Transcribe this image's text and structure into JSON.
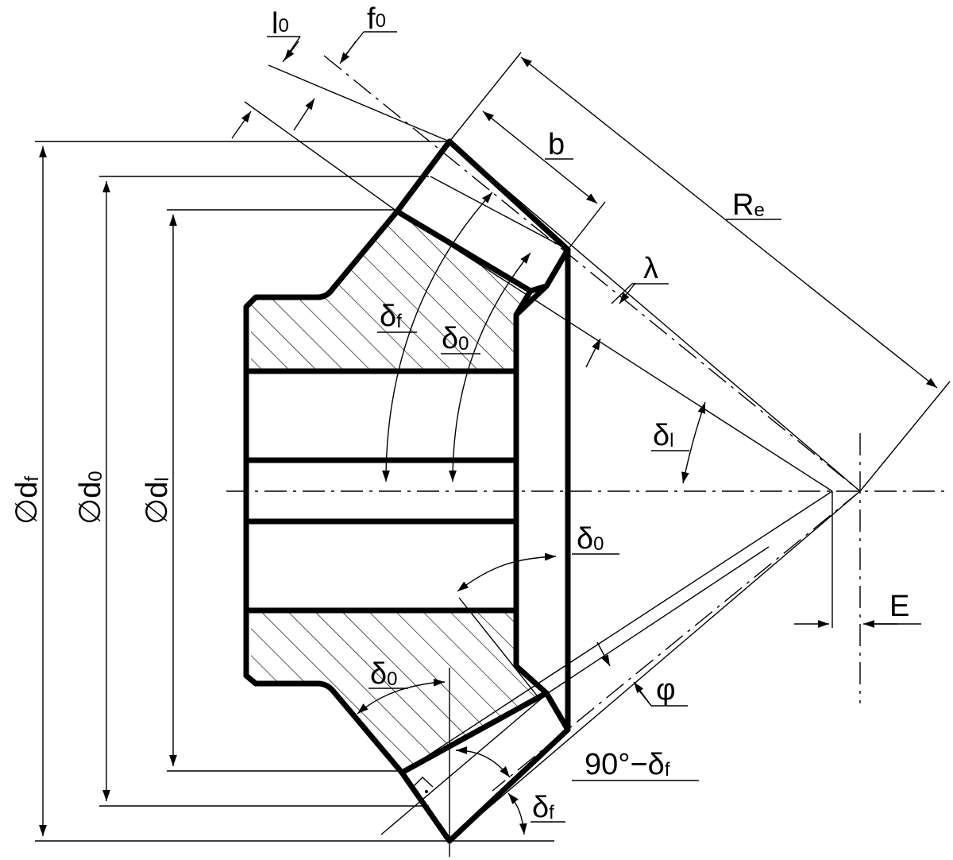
{
  "labels": {
    "l0": {
      "main": "l",
      "sub": "0"
    },
    "f0": {
      "main": "f",
      "sub": "0"
    },
    "b": {
      "main": "b"
    },
    "Re": {
      "main": "R",
      "sub": "e"
    },
    "lambda": {
      "main": "λ"
    },
    "delta_f_upper": {
      "main": "δ",
      "sub": "f"
    },
    "delta_0_upper": {
      "main": "δ",
      "sub": "0"
    },
    "delta_l": {
      "main": "δ",
      "sub": "l"
    },
    "delta_0_right": {
      "main": "δ",
      "sub": "0"
    },
    "E": {
      "main": "E"
    },
    "phi": {
      "main": "φ"
    },
    "delta_0_lower": {
      "main": "δ",
      "sub": "0"
    },
    "ninety_minus_delta_f": {
      "main": "90°−δ",
      "sub": "f"
    },
    "delta_f_lower": {
      "main": "δ",
      "sub": "f"
    },
    "dia_df": {
      "main": "∅d",
      "sub": "f"
    },
    "dia_d0": {
      "main": "∅d",
      "sub": "0"
    },
    "dia_dl": {
      "main": "∅d",
      "sub": "l"
    }
  }
}
